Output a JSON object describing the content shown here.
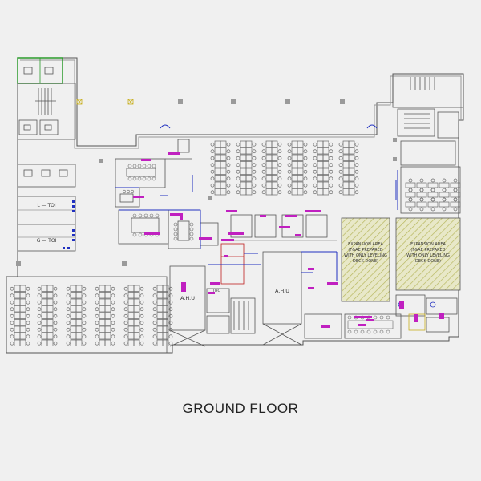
{
  "caption": "GROUND FLOOR",
  "labels": {
    "l_toi": "L — TOI",
    "g_toi": "G — TOI",
    "ahu_left": "A.H.U",
    "ahu_right": "A.H.U",
    "thc": "THC",
    "expansion_left": [
      "EXPANSION AREA",
      "(F&AE PREPARED",
      "WITH ONLY LEVELING",
      "DECK DONE)"
    ],
    "expansion_right": [
      "EXPANSION AREA",
      "(F&AE PREPARED",
      "WITH ONLY LEVELING",
      "DECK DONE)"
    ]
  },
  "colors": {
    "background": "#f0f0f0",
    "wall": "#555555",
    "furniture": "#666666",
    "magenta": "#c020c0",
    "blue": "#2030c0",
    "green": "#2a9a2a",
    "hatch_fill": "#e8e8c8",
    "hatch_line": "#b8b860",
    "column": "#9a9a9a",
    "yellow": "#c8b020"
  }
}
